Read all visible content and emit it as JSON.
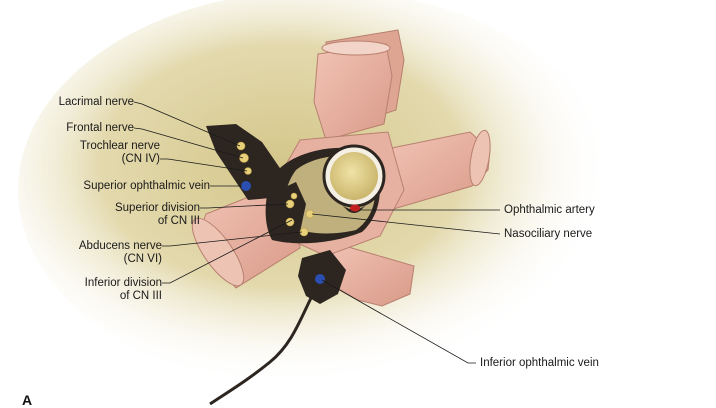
{
  "panel_letter": "A",
  "labels": {
    "lacrimal_nerve": "Lacrimal nerve",
    "frontal_nerve": "Frontal nerve",
    "trochlear_nerve_line1": "Trochlear nerve",
    "trochlear_nerve_line2": "(CN IV)",
    "superior_ophthalmic_vein": "Superior ophthalmic vein",
    "superior_division_line1": "Superior division",
    "superior_division_line2": "of CN III",
    "abducens_nerve_line1": "Abducens nerve",
    "abducens_nerve_line2": "(CN VI)",
    "inferior_division_line1": "Inferior division",
    "inferior_division_line2": "of CN III",
    "ophthalmic_artery": "Ophthalmic artery",
    "nasociliary_nerve": "Nasociliary nerve",
    "inferior_ophthalmic_vein": "Inferior ophthalmic vein"
  },
  "colors": {
    "muscle": "#e8b3a3",
    "muscle_shadow": "#c98b7c",
    "tendon_ring": "#3a3128",
    "nerve": "#e8cf7a",
    "vein": "#2a4fb0",
    "artery": "#c41f1f",
    "optic_nerve": "#ddd39a",
    "background_glow": "#d9cc94"
  }
}
